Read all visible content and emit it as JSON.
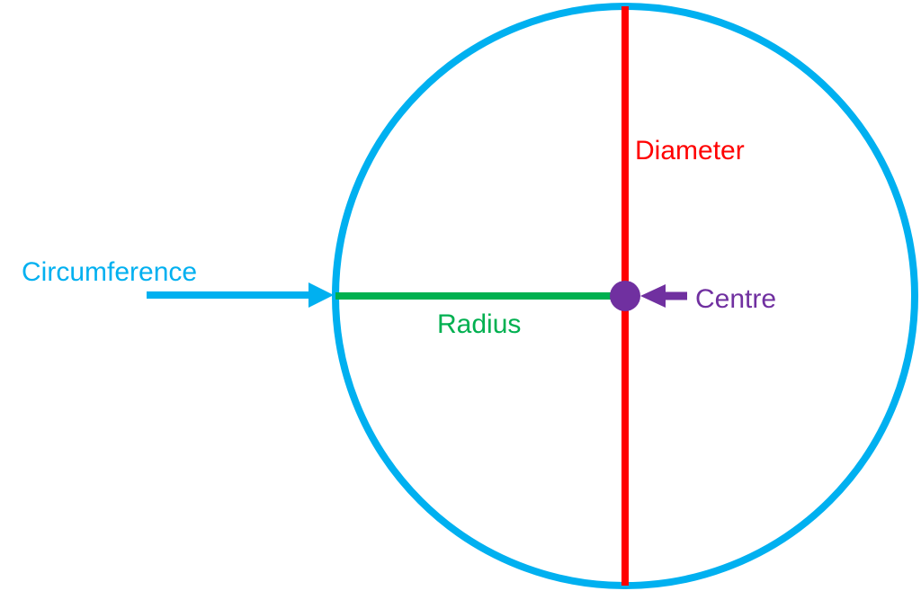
{
  "labels": {
    "diameter": "Diameter",
    "circumference": "Circumference",
    "radius": "Radius",
    "centre": "Centre"
  },
  "colors": {
    "circumference": "#00b0f0",
    "diameter": "#ff0000",
    "radius": "#00b050",
    "centre": "#7030a0",
    "background": "#ffffff"
  }
}
